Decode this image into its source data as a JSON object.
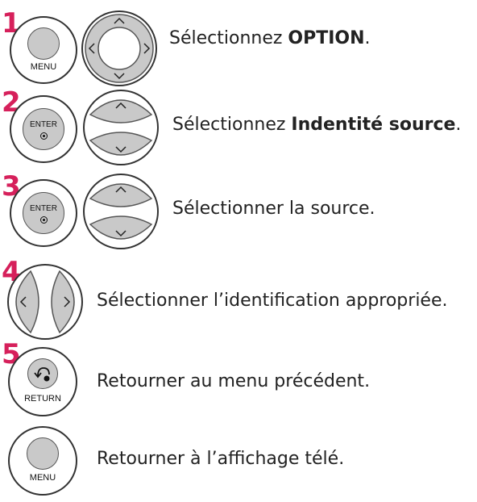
{
  "steps": [
    {
      "number": "1",
      "button_label": "MENU",
      "text": "Sélectionnez ",
      "bold": "OPTION",
      "after": "."
    },
    {
      "number": "2",
      "button_label": "ENTER",
      "text": "Sélectionnez ",
      "bold": "Indentité source",
      "after": "."
    },
    {
      "number": "3",
      "button_label": "ENTER",
      "text": "Sélectionner la source.",
      "bold": "",
      "after": ""
    },
    {
      "number": "4",
      "text": "Sélectionner l’identification appropriée."
    },
    {
      "number": "5",
      "button_label": "RETURN",
      "text": "Retourner au menu précédent."
    },
    {
      "button_label": "MENU",
      "text": "Retourner à l’affichage télé."
    }
  ],
  "colors": {
    "step_number": "#d6205b",
    "button_fill": "#c9c9c9"
  },
  "icons": [
    "menu-button",
    "navigation-pad-4way",
    "enter-button",
    "up-down-arrows",
    "left-right-arrows",
    "return-button"
  ]
}
